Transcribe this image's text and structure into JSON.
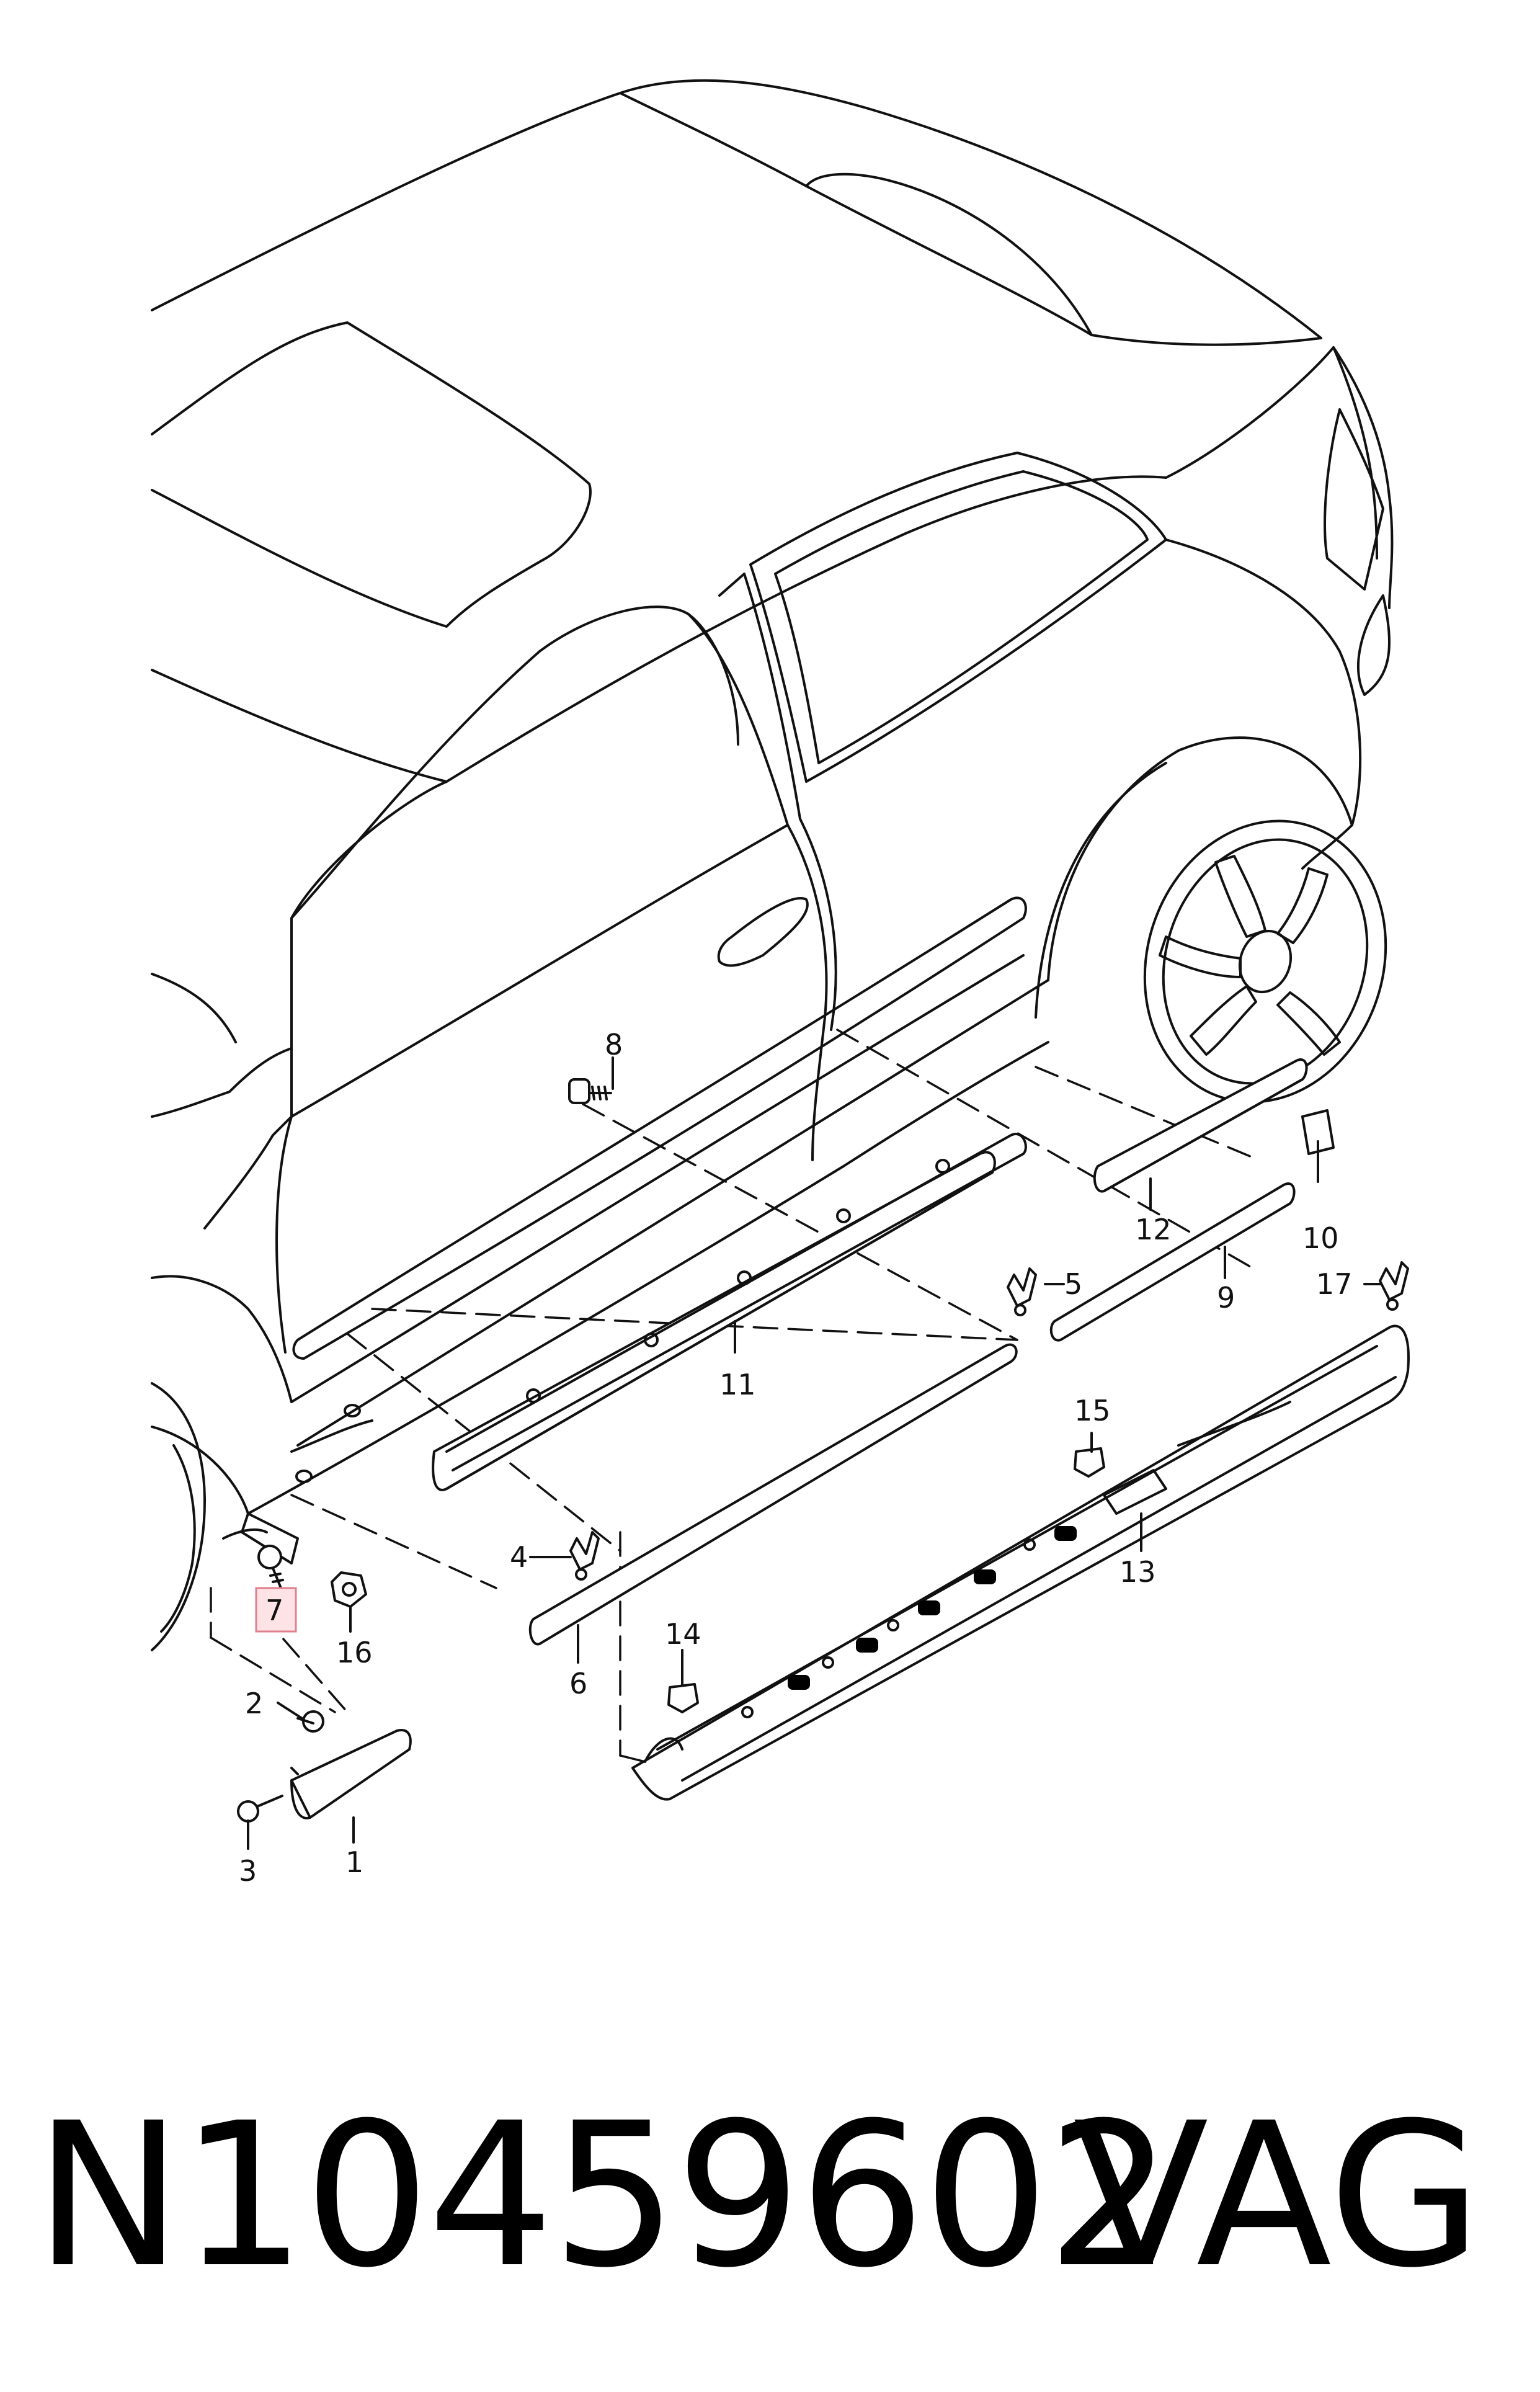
{
  "callouts": {
    "c1": "1",
    "c2": "2",
    "c3": "3",
    "c4": "4",
    "c5": "5",
    "c6": "6",
    "c7": "7",
    "c8": "8",
    "c9": "9",
    "c10": "10",
    "c11": "11",
    "c12": "12",
    "c13": "13",
    "c14": "14",
    "c15": "15",
    "c16": "16",
    "c17": "17"
  },
  "highlighted_callout": "7",
  "highlight_color": "#fde3e6",
  "footer": {
    "part_number": "N10459602",
    "brand": "VAG"
  }
}
